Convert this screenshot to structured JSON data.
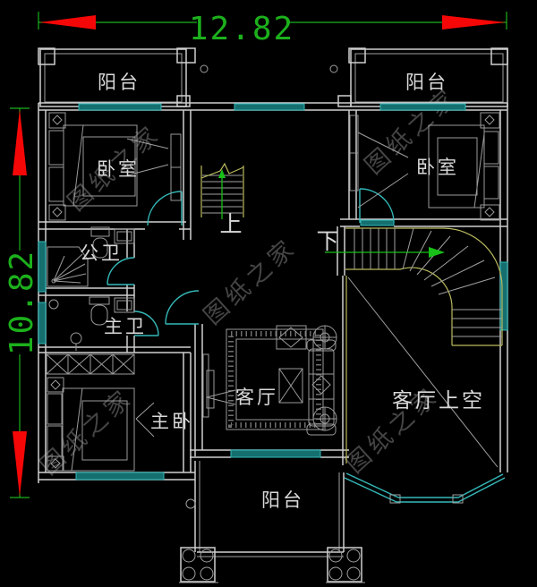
{
  "plan": {
    "dimensions": {
      "width": "12.82",
      "height": "10.82"
    },
    "labels": {
      "balcony_top_left": "阳台",
      "balcony_top_right": "阳台",
      "balcony_bottom": "阳台",
      "bedroom_left": "卧室",
      "bedroom_right": "卧室",
      "master_bedroom": "主卧",
      "living_room": "客厅",
      "living_room_void": "客厅上空",
      "public_bath": "公卫",
      "master_bath": "主卫",
      "stair_up": "上",
      "stair_down": "下"
    },
    "watermark": "图纸之家",
    "colors": {
      "background": "#000000",
      "wall": "#cfcfcf",
      "window": "#35b9b9",
      "window_fill": "#156f6f",
      "dimension_green": "#1cb01c",
      "arrow_red": "#f60707",
      "stair_yellow": "#b9b95e",
      "watermark_gray": "#454545",
      "label_white": "#d9d9d9"
    }
  }
}
